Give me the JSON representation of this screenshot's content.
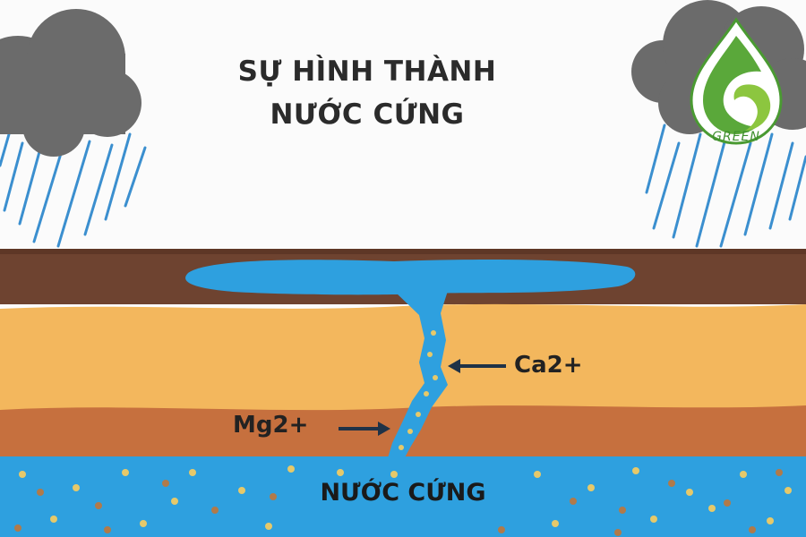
{
  "title": {
    "line1": "SỰ HÌNH THÀNH",
    "line2": "NƯỚC CỨNG"
  },
  "labels": {
    "calcium": "Ca2+",
    "magnesium": "Mg2+",
    "bottom": "NƯỚC CỨNG"
  },
  "logo": {
    "text": "GREEN",
    "color": "#4a9a32"
  },
  "colors": {
    "sky": "#fbfbfb",
    "cloud": "#6b6b6b",
    "rain": "#3b8fcf",
    "topsoil": "#6e4330",
    "sand": "#f3b75d",
    "clay": "#c6703e",
    "water": "#2ea0df",
    "mineral_yellow": "#e6c96a",
    "mineral_brown": "#b07a4a",
    "arrow": "#1f3247"
  },
  "icons": [
    "cloud-icon",
    "rain-icon",
    "arrow-icon",
    "green-logo-icon"
  ]
}
